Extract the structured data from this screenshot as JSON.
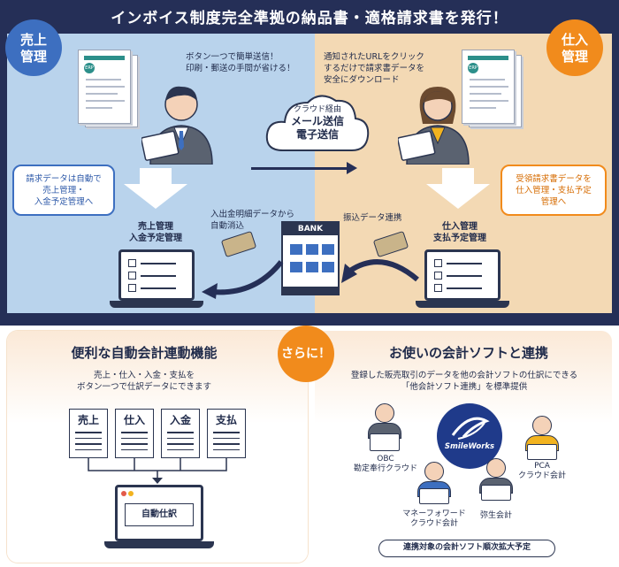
{
  "header": {
    "title": "インボイス制度完全準拠の納品書・適格請求書を発行！"
  },
  "left_panel": {
    "badge_line1": "売上",
    "badge_line2": "管理",
    "doc_badge": "ERP",
    "note_line1": "ボタン一つで簡単送信！",
    "note_line2": "印刷・郵送の手間が省ける！",
    "callout_line1": "請求データは自動で",
    "callout_line2": "売上管理・",
    "callout_line3": "入金予定管理へ",
    "system_line1": "売上管理",
    "system_line2": "入金予定管理"
  },
  "right_panel": {
    "badge_line1": "仕入",
    "badge_line2": "管理",
    "doc_badge": "ERP",
    "note_line1": "通知されたURLをクリック",
    "note_line2": "するだけで請求書データを",
    "note_line3": "安全にダウンロード",
    "callout_line1": "受領請求書データを",
    "callout_line2": "仕入管理・支払予定",
    "callout_line3": "管理へ",
    "system_line1": "仕入管理",
    "system_line2": "支払予定管理"
  },
  "cloud": {
    "line1": "クラウド経由",
    "line2": "メール送信",
    "line3": "電子送信"
  },
  "bank": {
    "label": "BANK",
    "deposit_line1": "入出金明細データから",
    "deposit_line2": "自動消込",
    "transfer_label": "振込データ連携"
  },
  "sarani": "さらに！",
  "bottom_left": {
    "title": "便利な自動会計連動機能",
    "sub_line1": "売上・仕入・入金・支払を",
    "sub_line2": "ボタン一つで仕訳データにできます",
    "sheets": [
      "売上",
      "仕入",
      "入金",
      "支払"
    ],
    "laptop_label": "自動仕訳"
  },
  "bottom_right": {
    "title": "お使いの会計ソフトと連携",
    "sub_line1": "登録した販売取引のデータを他の会計ソフトの仕訳にできる",
    "sub_line2": "「他会計ソフト連携」を標準提供",
    "logo_text": "SmileWorks",
    "software": [
      {
        "line1": "OBC",
        "line2": "勘定奉行クラウド"
      },
      {
        "line1": "PCA",
        "line2": "クラウド会計"
      },
      {
        "line1": "マネーフォワード",
        "line2": "クラウド会計"
      },
      {
        "line1": "弥生会計",
        "line2": ""
      }
    ],
    "footer_pill": "連携対象の会計ソフト順次拡大予定"
  },
  "colors": {
    "navy": "#252f57",
    "blue": "#3d6fc0",
    "orange": "#f18b1c",
    "left_bg": "#b9d3ec",
    "right_bg": "#f3d9b4"
  }
}
